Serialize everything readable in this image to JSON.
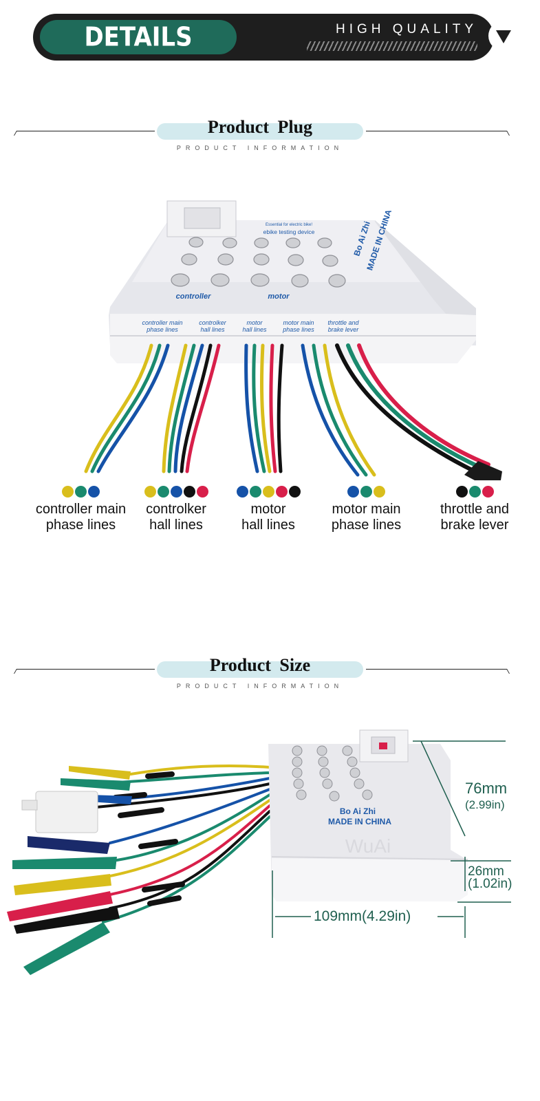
{
  "banner": {
    "details": "DETAILS",
    "high_quality": "HIGH QUALITY",
    "arrow_icon": "chevron-down-icon"
  },
  "sections": {
    "plug": {
      "title": "Product  Plug",
      "subtitle": "PRODUCT INFORMATION"
    },
    "size": {
      "title": "Product  Size",
      "subtitle": "PRODUCT INFORMATION"
    }
  },
  "device": {
    "top_label_1": "Essential for electric bike!",
    "top_label_2": "ebike testing device",
    "brand": "Bo Ai Zhi",
    "made_in": "MADE IN CHINA",
    "controller": "controller",
    "motor": "motor",
    "side_labels": [
      "controller main phase lines",
      "controlker hall lines",
      "motor hall lines",
      "motor main phase lines",
      "throttle and brake lever"
    ],
    "logo": "WuAi"
  },
  "colors": {
    "yellow": "#d9be1c",
    "green": "#1a8a6e",
    "blue": "#1552a8",
    "black": "#111111",
    "red": "#d81f4a",
    "accent": "#1f6b5a",
    "dimension": "#1f5f4f"
  },
  "legend": [
    {
      "dots": [
        "yellow",
        "green",
        "blue"
      ],
      "line1": "controller main",
      "line2": "phase lines"
    },
    {
      "dots": [
        "yellow",
        "green",
        "blue",
        "black",
        "red"
      ],
      "line1": "controlker",
      "line2": "hall lines"
    },
    {
      "dots": [
        "blue",
        "green",
        "yellow",
        "red",
        "black"
      ],
      "line1": "motor",
      "line2": "hall lines"
    },
    {
      "dots": [
        "blue",
        "green",
        "yellow"
      ],
      "line1": "motor main",
      "line2": "phase lines"
    },
    {
      "dots": [
        "black",
        "green",
        "red"
      ],
      "line1": "throttle and",
      "line2": "brake lever"
    }
  ],
  "dimensions": {
    "height": "76mm",
    "height_in": "(2.99in)",
    "depth": "26mm",
    "depth_in": "(1.02in)",
    "width": "109mm(4.29in)"
  }
}
